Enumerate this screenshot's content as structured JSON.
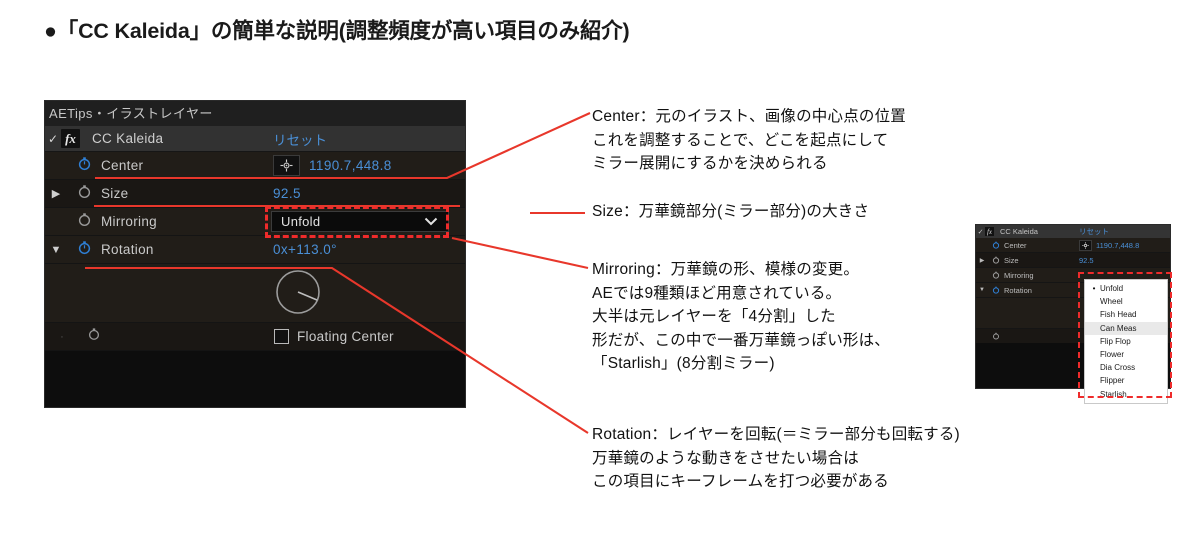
{
  "headline": "●「CC Kaleida」の簡単な説明(調整頻度が高い項目のみ紹介)",
  "ae_panel": {
    "tab_label": "AETips・イラストレイヤー",
    "effect_name": "CC Kaleida",
    "reset_label": "リセット",
    "fx_badge": "fx",
    "check_glyph": "✓",
    "properties": [
      {
        "name": "Center",
        "value": "1190.7,448.8",
        "expand": "",
        "stopwatch": "enabled",
        "anchor_icon": "anchor-point-icon"
      },
      {
        "name": "Size",
        "value": "92.5",
        "expand": "▶",
        "stopwatch": "disabled"
      },
      {
        "name": "Mirroring",
        "value": "Unfold",
        "expand": "",
        "stopwatch": "disabled",
        "chevron": "chevron-down-icon"
      },
      {
        "name": "Rotation",
        "value": "0x+113.0°",
        "expand": "▼",
        "stopwatch": "enabled"
      }
    ],
    "floating_center_label": "Floating Center",
    "floating_center_checked": false
  },
  "mirroring_menu": {
    "selected": "Unfold",
    "highlighted": "Can Meas",
    "options": [
      "Unfold",
      "Wheel",
      "Fish Head",
      "Can Meas",
      "Flip Flop",
      "Flower",
      "Dia Cross",
      "Flipper",
      "Starlish"
    ]
  },
  "notes": {
    "center": "Center：元のイラスト、画像の中心点の位置\nこれを調整することで、どこを起点にして\nミラー展開にするかを決められる",
    "size": "Size：万華鏡部分(ミラー部分)の大きさ",
    "mirroring": "Mirroring：万華鏡の形、模様の変更。\nAEでは9種類ほど用意されている。\n大半は元レイヤーを「4分割」した\n形だが、この中で一番万華鏡っぽい形は、\n「Starlish」(8分割ミラー)",
    "rotation": "Rotation：レイヤーを回転(＝ミラー部分も回転する)\n万華鏡のような動きをさせたい場合は\nこの項目にキーフレームを打つ必要がある"
  },
  "colors": {
    "accent_red": "#ee2b2b",
    "ae_blue": "#4a8fd6",
    "panel_bg": "#0d0d0d",
    "row_bg": "#211d18",
    "text_light": "#c9c9c9"
  }
}
